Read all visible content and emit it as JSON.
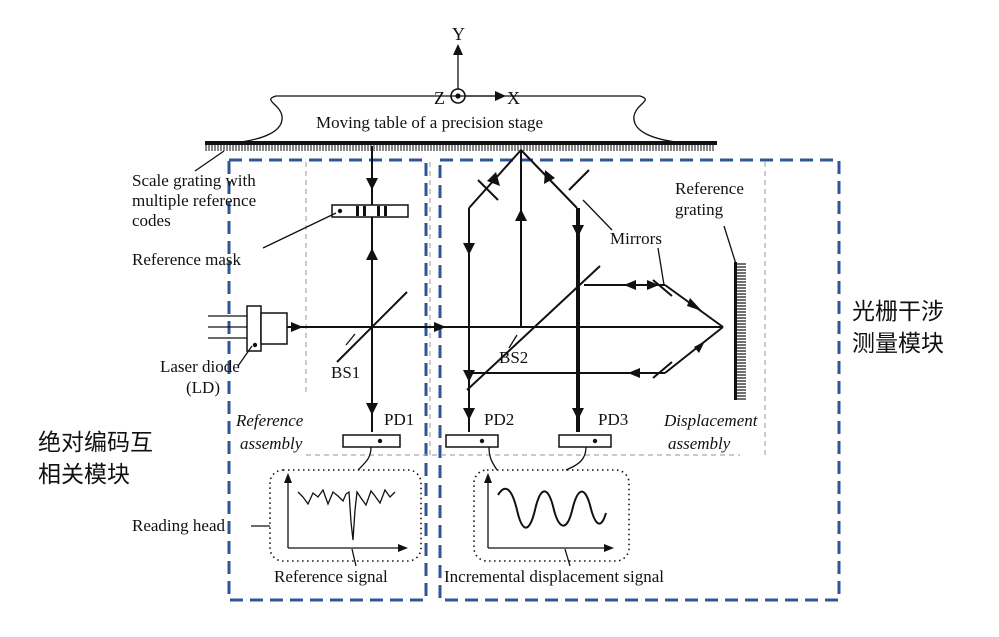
{
  "axes": {
    "y": "Y",
    "z": "Z",
    "x": "X"
  },
  "table_label": "Moving table of a precision stage",
  "scale_label": [
    "Scale grating with",
    "multiple reference",
    "codes"
  ],
  "reference_mask_label": "Reference mask",
  "laser_label": [
    "Laser diode",
    "(LD)"
  ],
  "bs1_label": "BS1",
  "bs2_label": "BS2",
  "pd1_label": "PD1",
  "pd2_label": "PD2",
  "pd3_label": "PD3",
  "mirrors_label": "Mirrors",
  "reference_grating_label": [
    "Reference",
    "grating"
  ],
  "reference_assembly_label": [
    "Reference",
    "assembly"
  ],
  "displacement_assembly_label": [
    "Displacement",
    "assembly"
  ],
  "reading_head_label": "Reading head",
  "reference_signal_label": "Reference signal",
  "incremental_signal_label": "Incremental displacement signal",
  "module_left_label": [
    "绝对编码互",
    "相关模块"
  ],
  "module_right_label": [
    "光栅干涉",
    "测量模块"
  ],
  "colors": {
    "module_box": "#2e5597",
    "ink": "#111111",
    "guide": "#aaaaaa"
  }
}
